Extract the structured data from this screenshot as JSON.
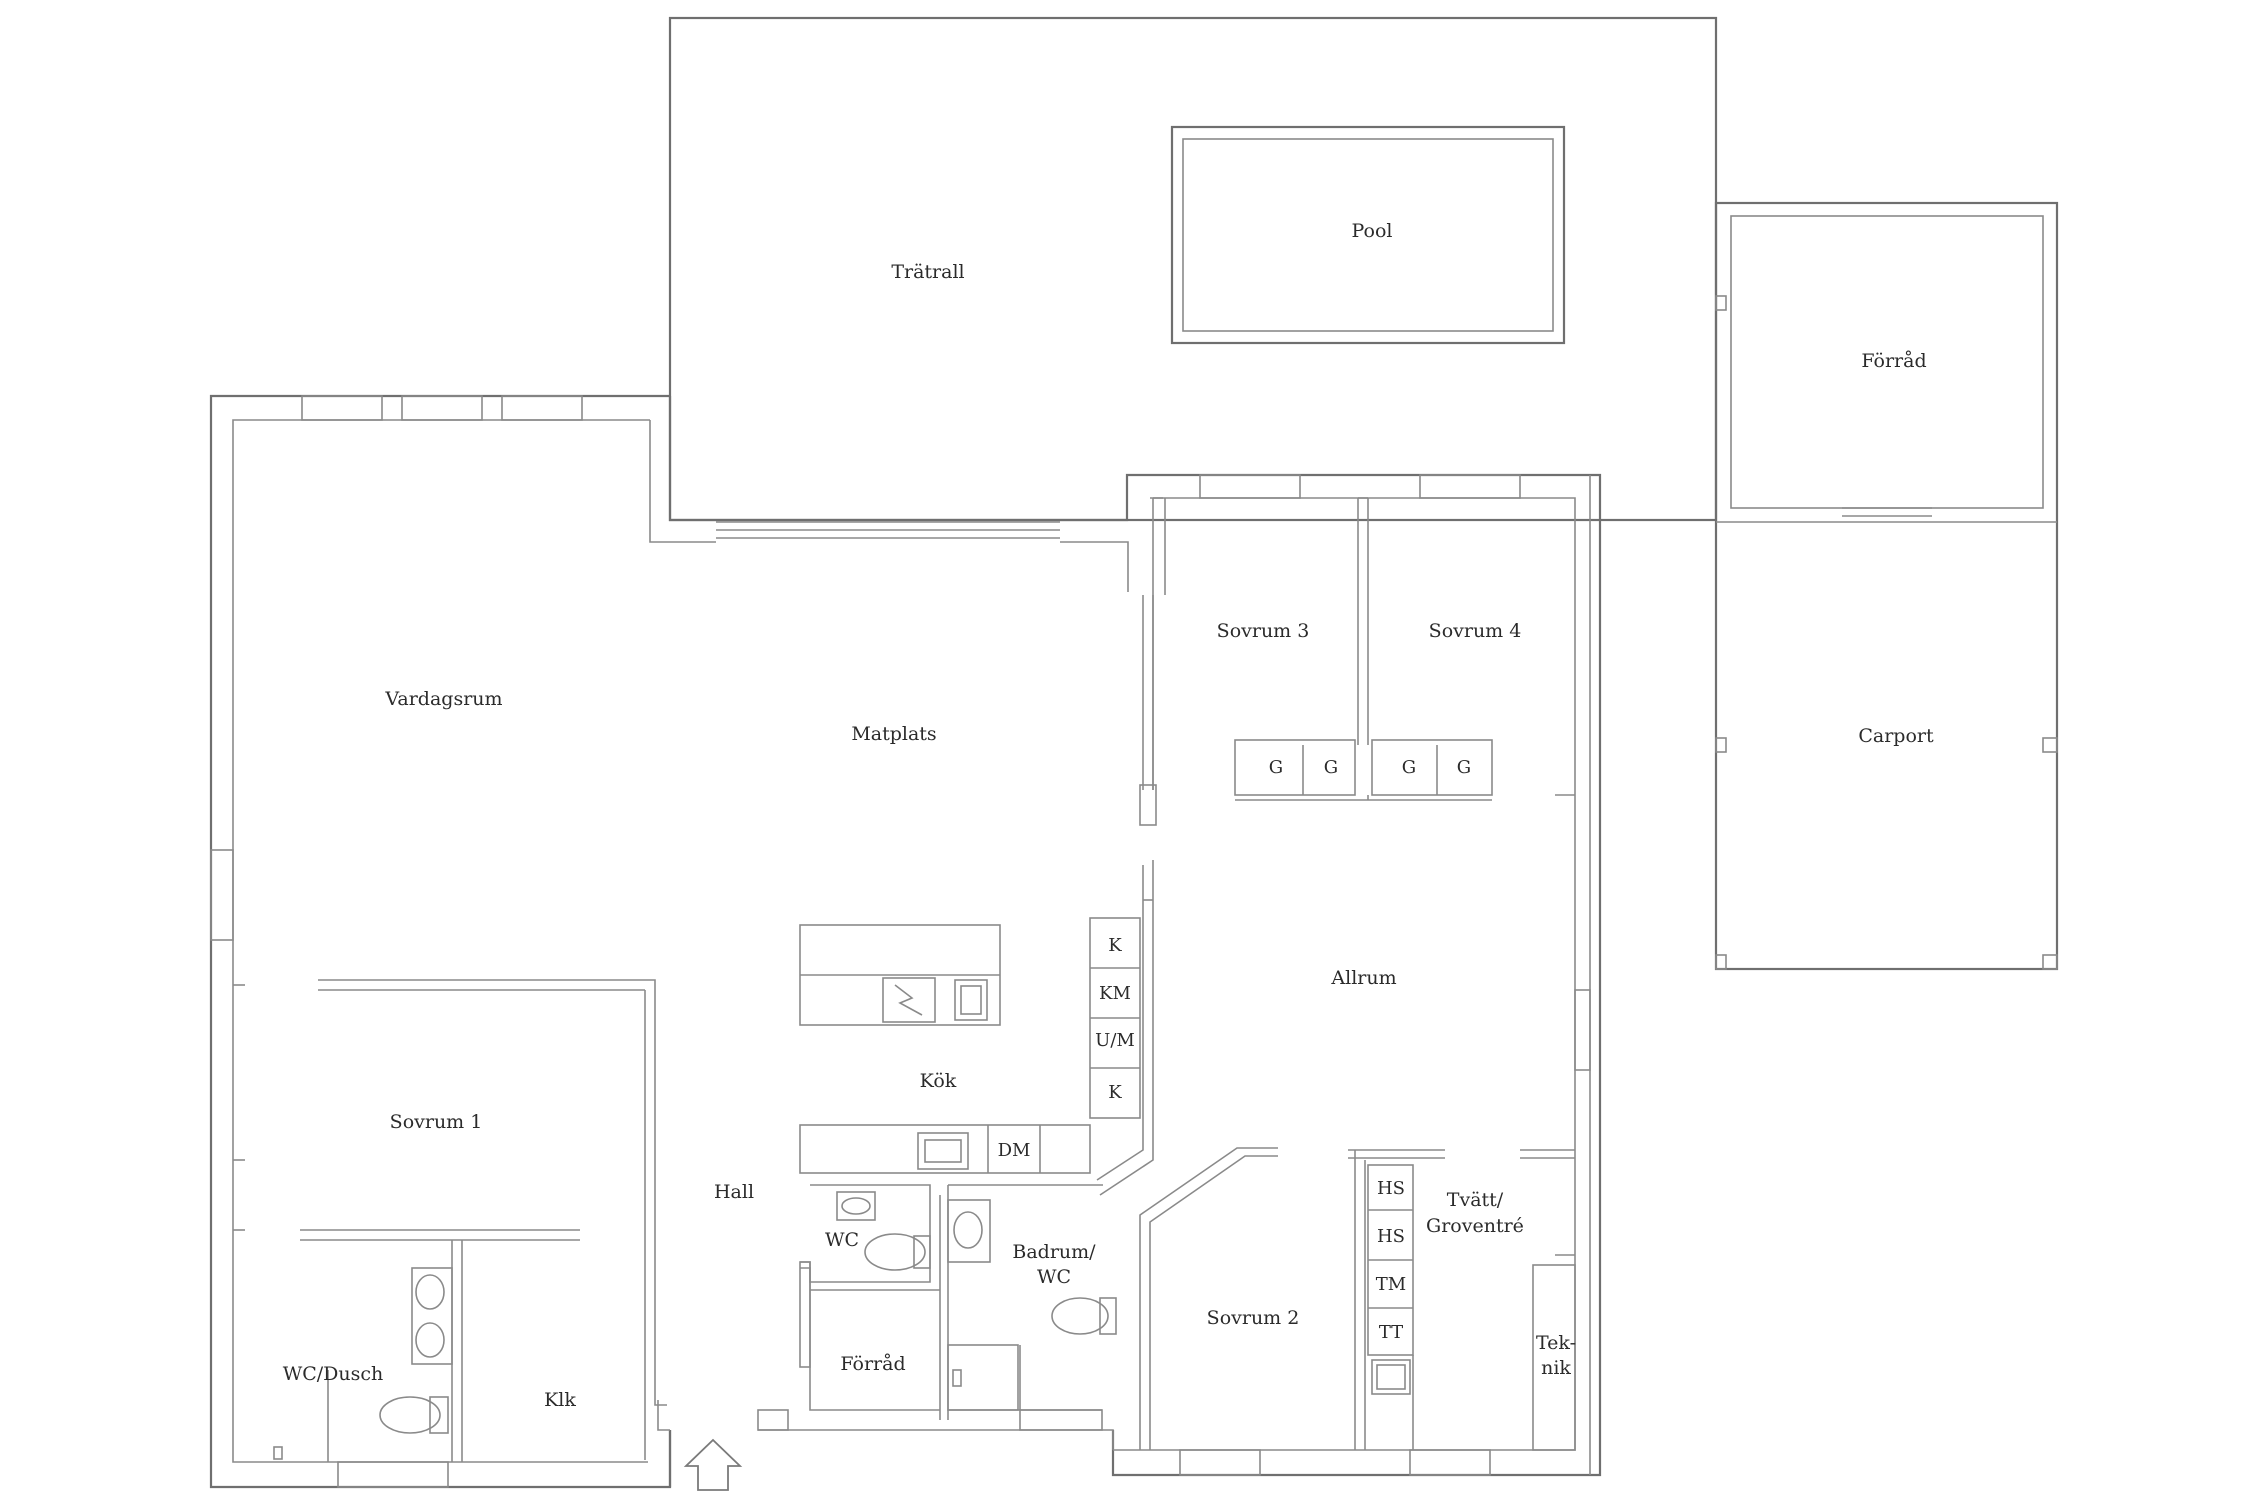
{
  "rooms": {
    "tratrall": "Trätrall",
    "pool": "Pool",
    "forrad_outer": "Förråd",
    "carport": "Carport",
    "vardagsrum": "Vardagsrum",
    "matplats": "Matplats",
    "sovrum3": "Sovrum 3",
    "sovrum4": "Sovrum 4",
    "allrum": "Allrum",
    "kok": "Kök",
    "sovrum1": "Sovrum 1",
    "hall": "Hall",
    "wc": "WC",
    "badrum_1": "Badrum/",
    "badrum_2": "WC",
    "forrad_inner": "Förråd",
    "sovrum2": "Sovrum 2",
    "tvatt_1": "Tvätt/",
    "tvatt_2": "Groventré",
    "teknik_1": "Tek-",
    "teknik_2": "nik",
    "wc_dusch": "WC/Dusch",
    "klk": "Klk"
  },
  "fixtures": {
    "g": "G",
    "k": "K",
    "km": "KM",
    "um": "U/M",
    "dm": "DM",
    "hs": "HS",
    "tm": "TM",
    "tt": "TT"
  }
}
